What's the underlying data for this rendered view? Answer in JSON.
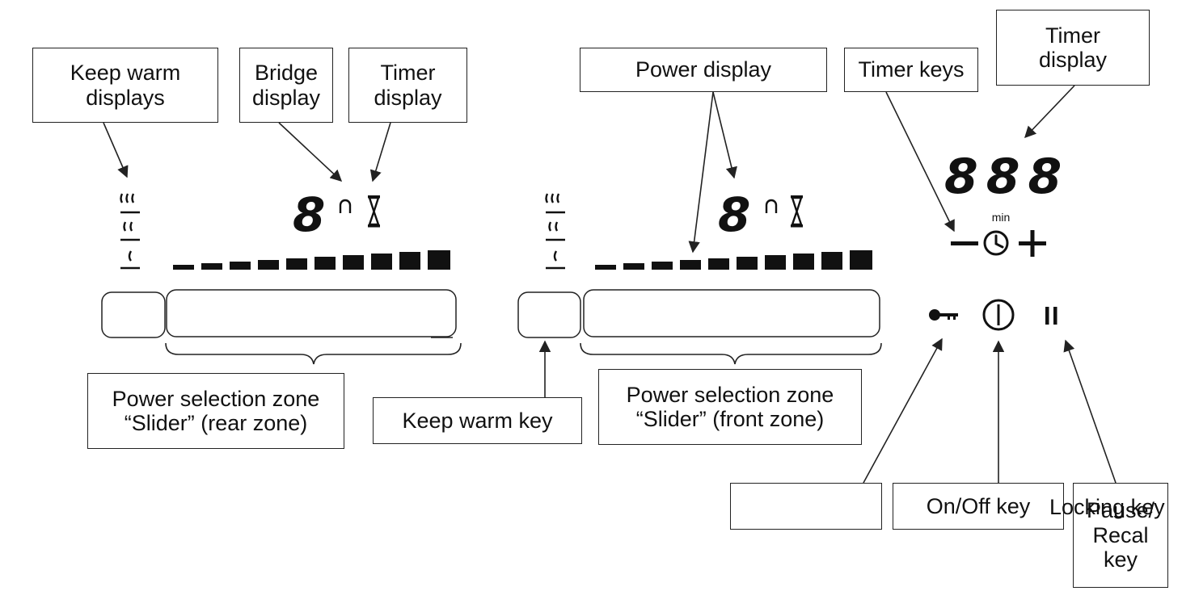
{
  "labels": {
    "keep_warm_displays": "Keep warm\ndisplays",
    "bridge_display": "Bridge\ndisplay",
    "timer_display_zone": "Timer\ndisplay",
    "power_display": "Power display",
    "timer_keys": "Timer keys",
    "timer_display_main": "Timer\ndisplay",
    "power_selection_rear": "Power selection zone\n“Slider” (rear zone)",
    "keep_warm_key": "Keep warm key",
    "power_selection_front": "Power selection zone\n“Slider” (front zone)",
    "on_off_key": "On/Off key",
    "locking_key": "Locking key",
    "pause_recal_key": "Pause/\nRecal\nkey"
  },
  "panel": {
    "timer_unit": "min",
    "timer_digits": "888",
    "zone_digit": "8"
  },
  "colors": {
    "ink": "#111111",
    "line": "#222222"
  }
}
